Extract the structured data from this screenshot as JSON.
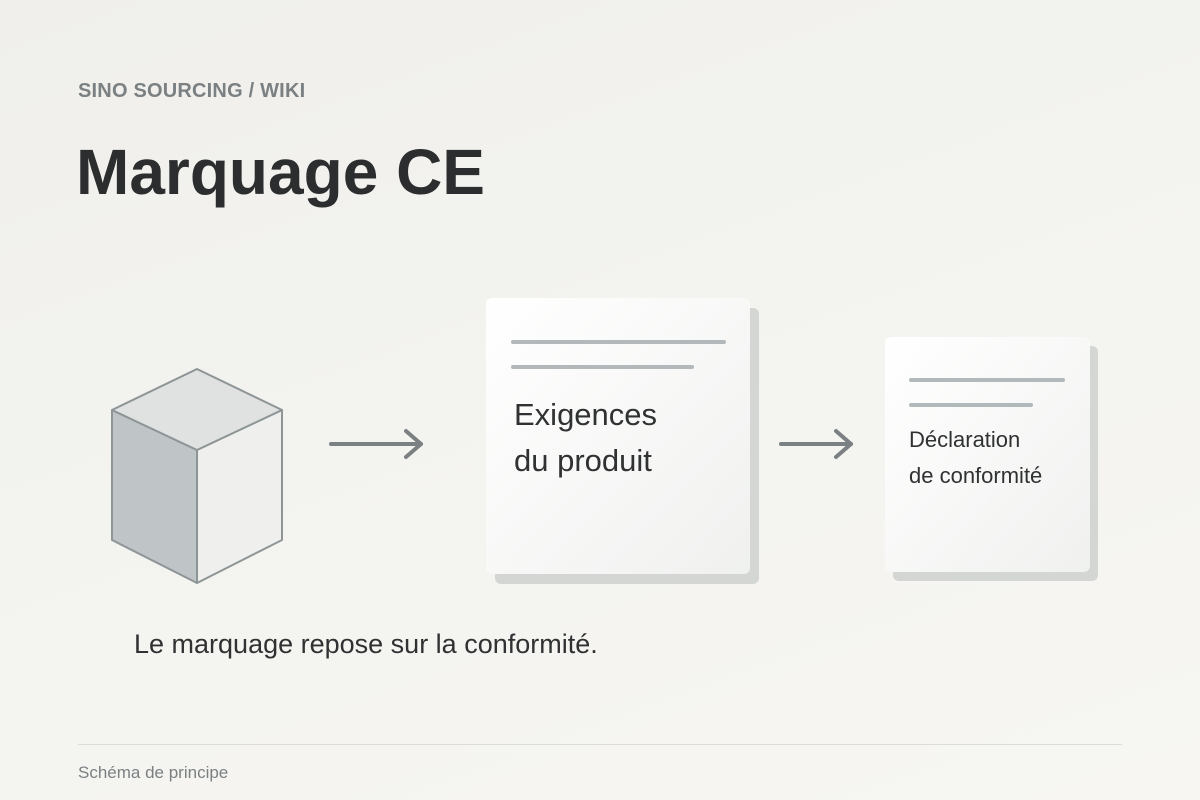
{
  "header": {
    "kicker": "SINO SOURCING / WIKI",
    "title": "Marquage CE"
  },
  "diagram": {
    "requirements_card": {
      "line1": "Exigences",
      "line2": "du produit"
    },
    "declaration_card": {
      "line1": "Déclaration",
      "line2": "de conformité"
    }
  },
  "caption": "Le marquage repose sur la conformité.",
  "footer": {
    "note": "Schéma de principe"
  },
  "colors": {
    "title": "#2b2d2e",
    "muted": "#7b8083",
    "arrow": "#7b8083",
    "cube_left": "#bfc4c6",
    "cube_top": "#dfe2e1",
    "cube_right": "#eff0ee",
    "card_shadow": "#d3d6d3"
  }
}
